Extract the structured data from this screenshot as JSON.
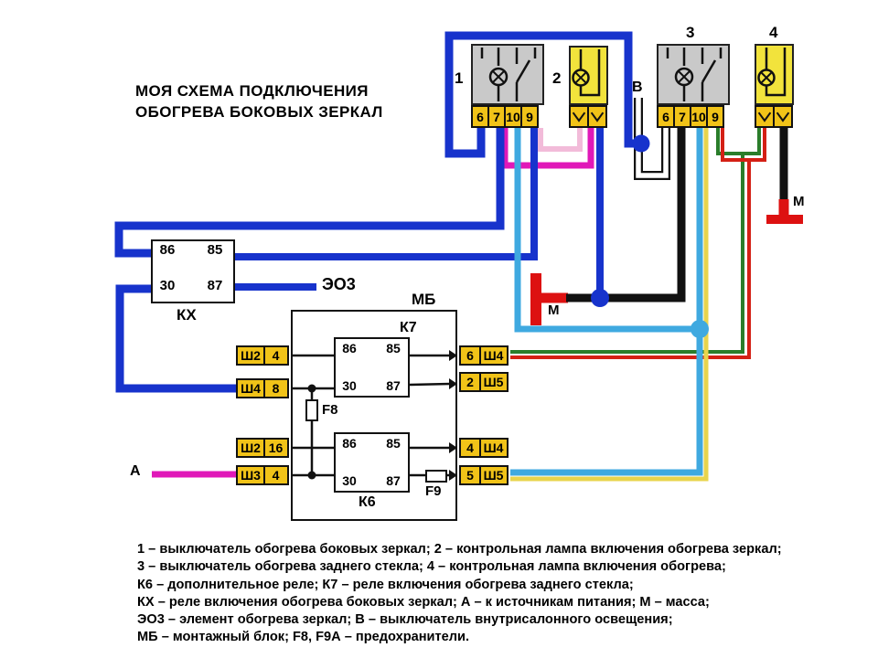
{
  "title": {
    "line1": "МОЯ СХЕМА ПОДКЛЮЧЕНИЯ",
    "line2": "ОБОГРЕВА БОКОВЫХ ЗЕРКАЛ"
  },
  "components": {
    "switch1": {
      "label": "1",
      "pins": [
        "6",
        "7",
        "10",
        "9"
      ]
    },
    "lamp2": {
      "label": "2"
    },
    "switch3": {
      "label": "3",
      "pins": [
        "6",
        "7",
        "10",
        "9"
      ]
    },
    "lamp4": {
      "label": "4"
    },
    "relay_kx": {
      "label": "КХ",
      "pin_tl": "86",
      "pin_tr": "85",
      "pin_bl": "30",
      "pin_br": "87"
    },
    "relay_k7": {
      "label": "К7",
      "pin_tl": "86",
      "pin_tr": "85",
      "pin_bl": "30",
      "pin_br": "87"
    },
    "relay_k6": {
      "label": "К6",
      "pin_tl": "86",
      "pin_tr": "85",
      "pin_bl": "30",
      "pin_br": "87"
    },
    "block_mb": {
      "label": "МБ"
    },
    "fuse_f8": {
      "label": "F8"
    },
    "fuse_f9": {
      "label": "F9"
    }
  },
  "connectors": {
    "left": [
      {
        "c1": "Ш2",
        "c2": "4"
      },
      {
        "c1": "Ш4",
        "c2": "8"
      },
      {
        "c1": "Ш2",
        "c2": "16"
      },
      {
        "c1": "Ш3",
        "c2": "4"
      }
    ],
    "right": [
      {
        "c1": "6",
        "c2": "Ш4"
      },
      {
        "c1": "2",
        "c2": "Ш5"
      },
      {
        "c1": "4",
        "c2": "Ш4"
      },
      {
        "c1": "5",
        "c2": "Ш5"
      }
    ]
  },
  "labels": {
    "eo3": "ЭО3",
    "power": "А",
    "interior_switch": "В",
    "ground1": "М",
    "ground2": "М"
  },
  "legend": [
    "1 – выключатель обогрева боковых зеркал; 2 – контрольная лампа включения обогрева зеркал;",
    "3 – выключатель обогрева заднего стекла; 4 – контрольная лампа включения обогрева;",
    "К6 – дополнительное реле; К7 – реле включения обогрева заднего стекла;",
    "КХ – реле включения обогрева боковых зеркал; А – к источникам питания; М – масса;",
    "ЭО3 – элемент обогрева зеркал; В – выключатель внутрисалонного освещения;",
    "МБ – монтажный блок; F8, F9А – предохранители."
  ],
  "colors": {
    "blue": "#1733cc",
    "cyan": "#3fa9e0",
    "magenta": "#e018b8",
    "pink": "#f2bbd9",
    "yellow_wire": "#e8d44d",
    "green": "#2a7d2a",
    "red": "#d42015",
    "black_wire": "#111111",
    "ground_red": "#dd1111",
    "pin_yellow": "#f1c318",
    "lamp_yellow": "#f2e33c",
    "body_gray": "#c9c9c9"
  }
}
